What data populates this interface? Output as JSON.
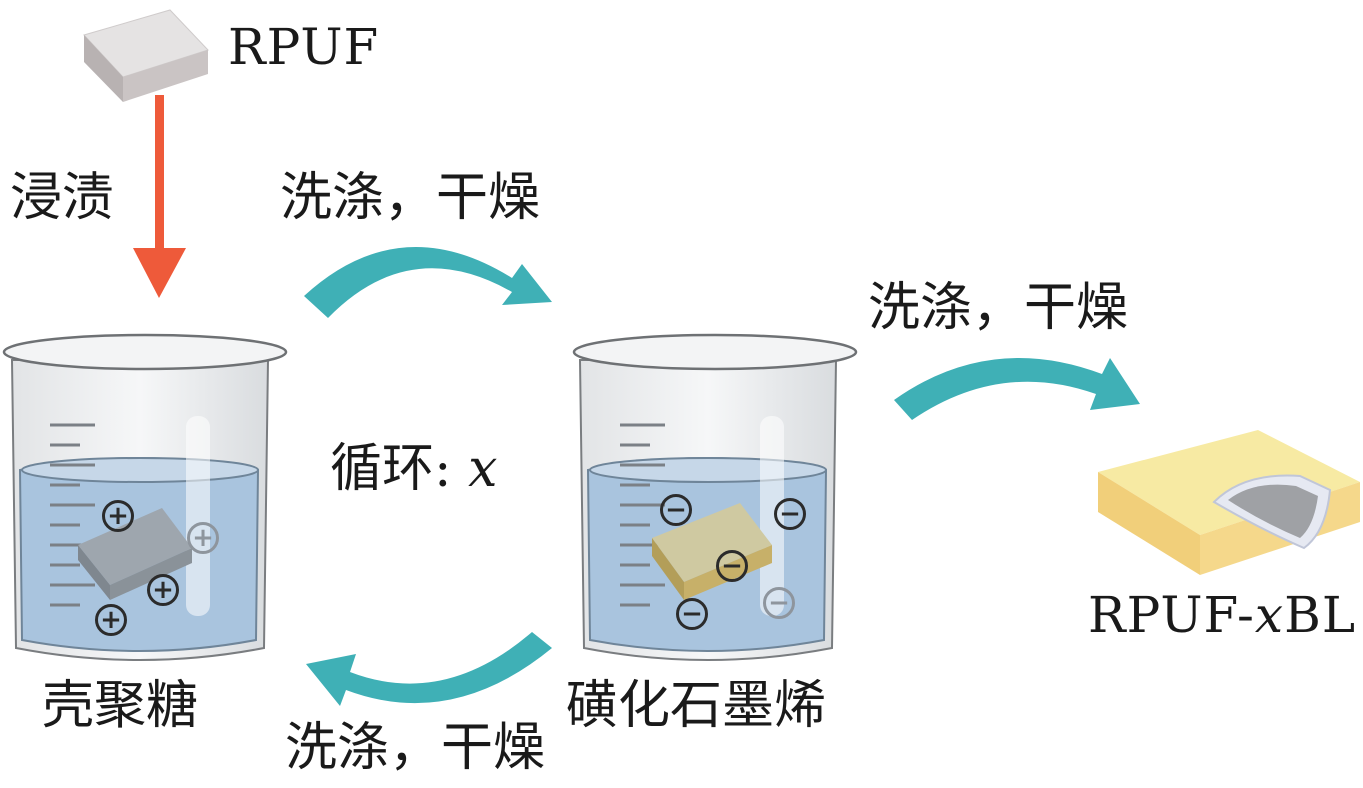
{
  "labels": {
    "rpuf": "RPUF",
    "impregnate": "浸渍",
    "wash_dry_top": "洗涤，干燥",
    "wash_dry_right": "洗涤，干燥",
    "wash_dry_bottom": "洗涤，干燥",
    "cycle_prefix": "循环: ",
    "cycle_var": "x",
    "chitosan": "壳聚糖",
    "sulfonated_graphene": "磺化石墨烯",
    "product_prefix": "RPUF-",
    "product_var": "x",
    "product_suffix": "BL"
  },
  "colors": {
    "impregnate_arrow": "#ee5a3a",
    "cycle_arrows": "#3fb0b6",
    "solution": "#a9c4de",
    "foam_gray": "#b9bbbd",
    "foam_coated": "#f2dd8e",
    "product_top": "#f7eaa3",
    "product_side": "#f1cf7a"
  },
  "symbols": {
    "positive_charge": "+",
    "negative_charge": "−"
  }
}
